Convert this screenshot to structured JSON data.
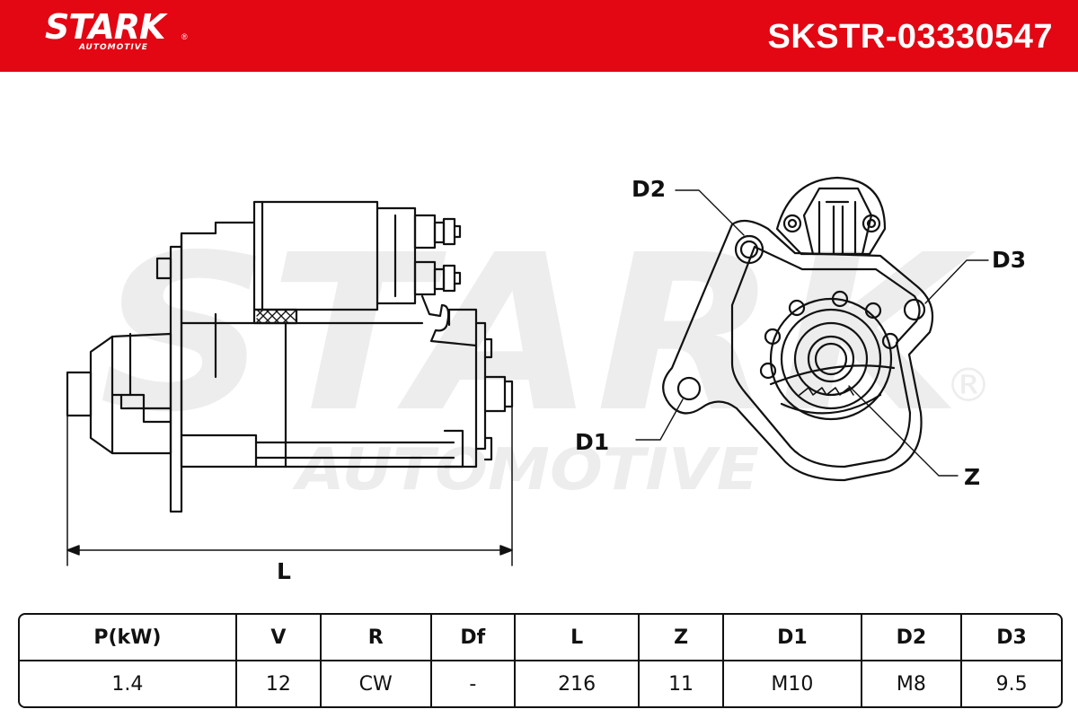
{
  "brand": {
    "name": "STARK",
    "registered": "®",
    "sub": "AUTOMOTIVE"
  },
  "part_number": "SKSTR-03330547",
  "watermark": {
    "main": "STARK",
    "sub": "AUTOMOTIVE",
    "registered": "®"
  },
  "diagram_labels": {
    "length": "L",
    "d1": "D1",
    "d2": "D2",
    "d3": "D3",
    "z": "Z"
  },
  "spec_table": {
    "headers": [
      "P(kW)",
      "V",
      "R",
      "Df",
      "L",
      "Z",
      "D1",
      "D2",
      "D3"
    ],
    "values": [
      "1.4",
      "12",
      "CW",
      "-",
      "216",
      "11",
      "M10",
      "M8",
      "9.5"
    ]
  },
  "colors": {
    "brand_red": "#e30613",
    "line": "#111111",
    "watermark": "#ededed"
  }
}
